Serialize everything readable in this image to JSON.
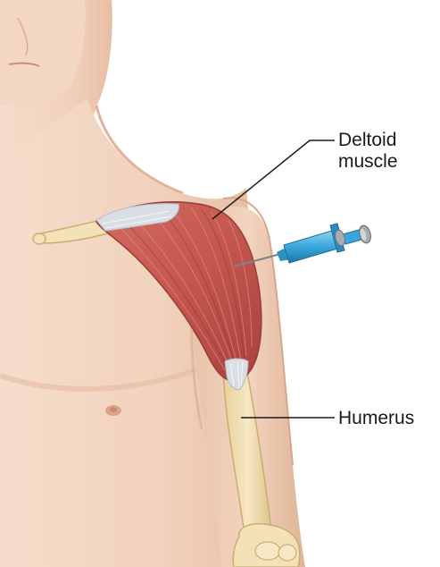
{
  "labels": {
    "deltoid_line1": "Deltoid",
    "deltoid_line2": "muscle",
    "humerus": "Humerus"
  },
  "colors": {
    "skin": "#f1d2bd",
    "skin_shadow": "#e3b69c",
    "muscle": "#c4574f",
    "muscle_dark": "#9c3a36",
    "tendon": "#d9dde4",
    "bone": "#f3e2b8",
    "bone_edge": "#c9ad72",
    "syringe": "#39a6dc",
    "plunger": "#a8acb2",
    "leader_line": "#1a1a1a"
  }
}
